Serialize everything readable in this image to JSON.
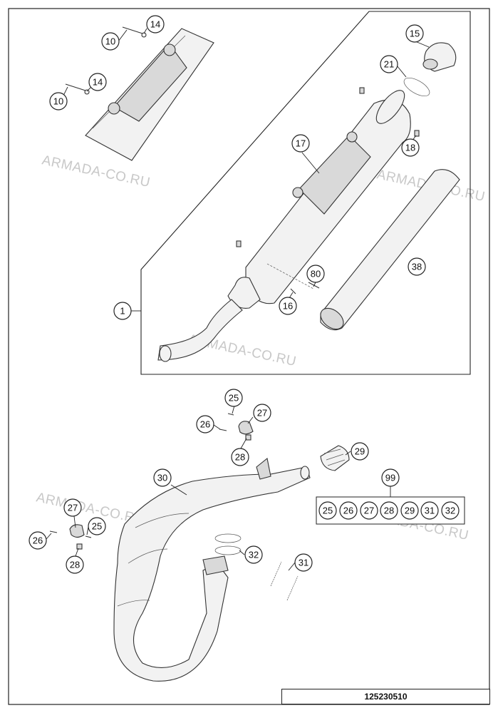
{
  "diagram_code": "125230510",
  "watermark": "ARMADA-CO.RU",
  "callouts": {
    "c1": "1",
    "c10a": "10",
    "c14a": "14",
    "c10b": "10",
    "c14b": "14",
    "c15": "15",
    "c21": "21",
    "c17": "17",
    "c18": "18",
    "c38": "38",
    "c80": "80",
    "c16": "16",
    "c25a": "25",
    "c27a": "27",
    "c26a": "26",
    "c28a": "28",
    "c29": "29",
    "c30": "30",
    "c99": "99",
    "c27b": "27",
    "c25b": "25",
    "c26b": "26",
    "c28b": "28",
    "c32": "32",
    "c31": "31"
  },
  "kit_items": [
    "25",
    "26",
    "27",
    "28",
    "29",
    "31",
    "32"
  ]
}
